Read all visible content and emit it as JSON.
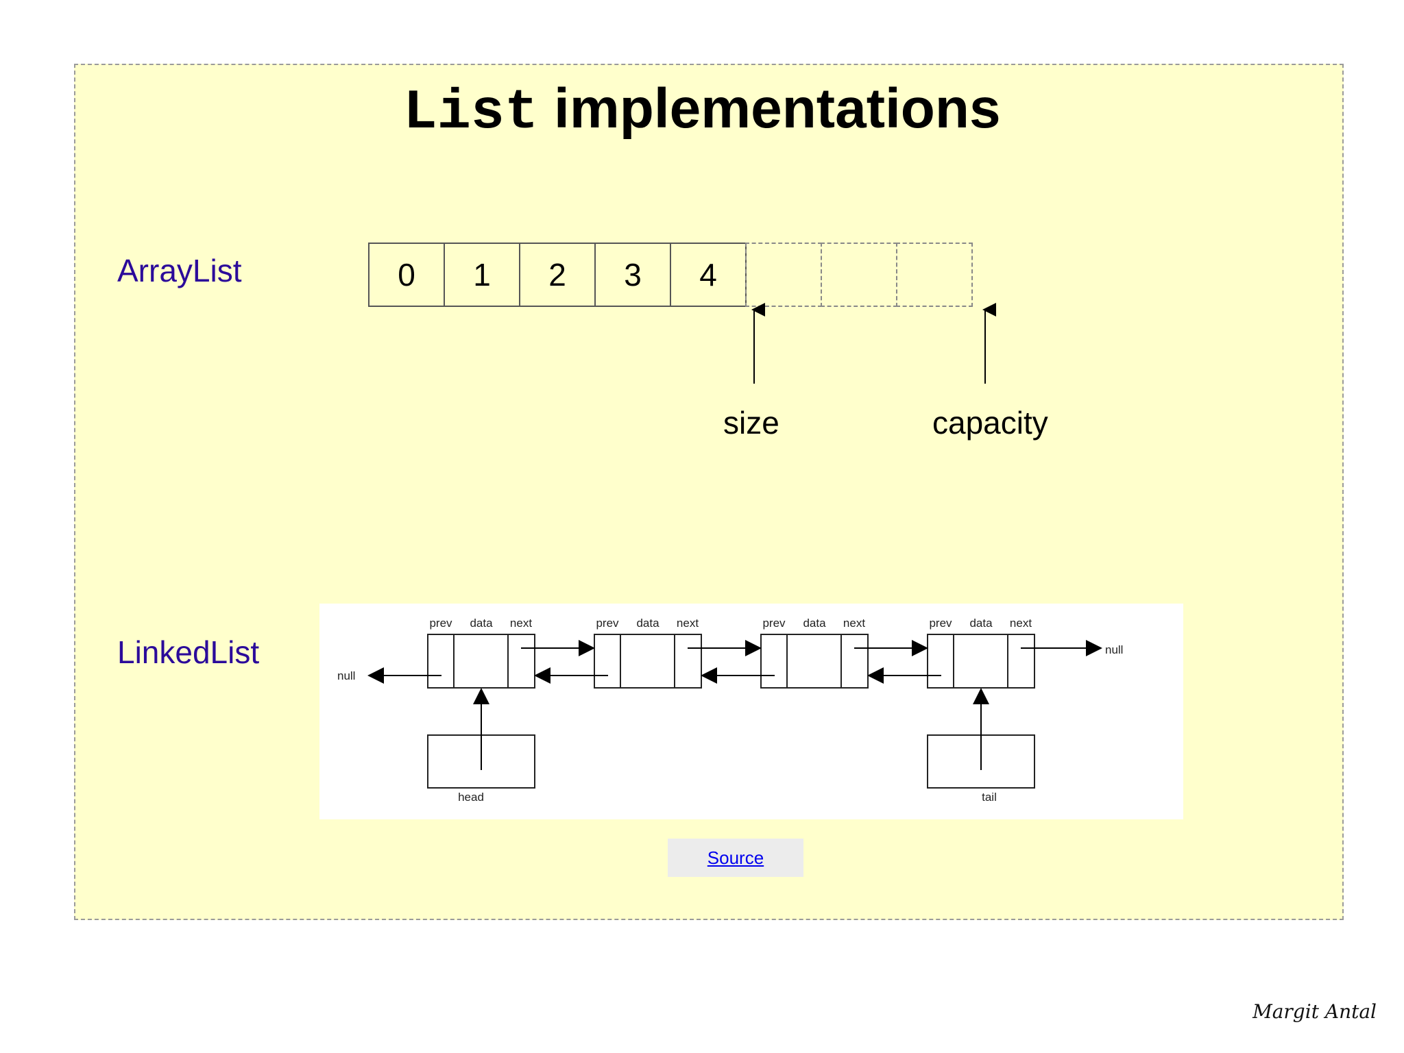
{
  "title": {
    "code_part": "List",
    "text_part": "implementations"
  },
  "arraylist": {
    "label": "ArrayList",
    "cells": [
      "0",
      "1",
      "2",
      "3",
      "4",
      "",
      "",
      ""
    ],
    "size_label": "size",
    "capacity_label": "capacity"
  },
  "linkedlist": {
    "label": "LinkedList",
    "field_labels": [
      "prev",
      "data",
      "next"
    ],
    "node_count": 4,
    "null_left": "null",
    "null_right": "null",
    "head_label": "head",
    "tail_label": "tail"
  },
  "source": {
    "link_text": "Source"
  },
  "footer": {
    "author": "Margit Antal"
  }
}
